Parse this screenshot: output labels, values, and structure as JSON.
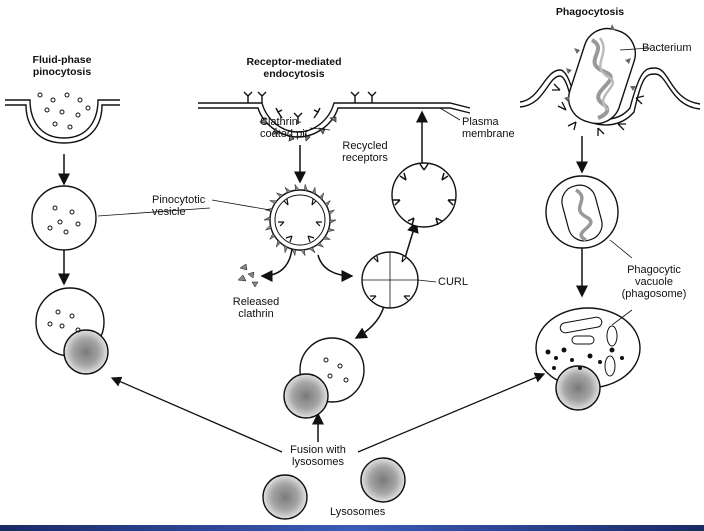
{
  "headers": {
    "fluid_phase": "Fluid-phase pinocytosis",
    "receptor_mediated": "Receptor-mediated endocytosis",
    "phagocytosis": "Phagocytosis"
  },
  "labels": {
    "bacterium": "Bacterium",
    "plasma_membrane": "Plasma membrane",
    "clathrin_coated_pit": "Clathrin-coated pit",
    "recycled_receptors": "Recycled receptors",
    "pinocytotic_vesicle": "Pinocytotic vesicle",
    "released_clathrin": "Released clathrin",
    "curl": "CURL",
    "phagocytic_vacuole": "Phagocytic vacuole (phagosome)",
    "fusion_with_lysosomes": "Fusion with lysosomes",
    "lysosomes": "Lysosomes"
  },
  "colors": {
    "ink": "#111111",
    "lysosome_fill": "#8a8a8a",
    "bottom_bar": "#2a3f8f"
  }
}
